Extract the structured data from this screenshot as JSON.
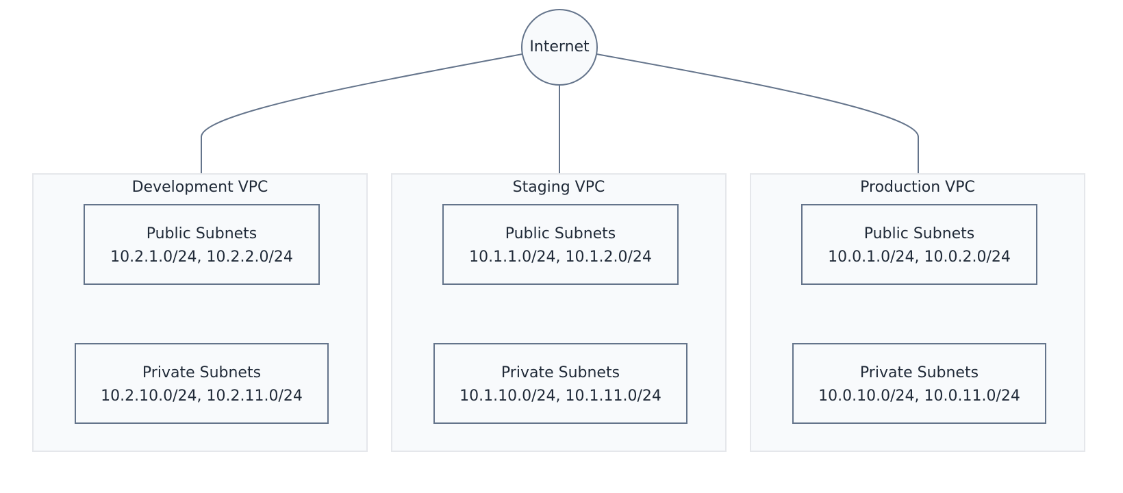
{
  "internet": {
    "label": "Internet"
  },
  "vpcs": [
    {
      "title": "Development VPC",
      "public_subnets": {
        "name": "Public Subnets",
        "cidrs": "10.2.1.0/24, 10.2.2.0/24"
      },
      "private_subnets": {
        "name": "Private Subnets",
        "cidrs": "10.2.10.0/24, 10.2.11.0/24"
      }
    },
    {
      "title": "Staging VPC",
      "public_subnets": {
        "name": "Public Subnets",
        "cidrs": "10.1.1.0/24, 10.1.2.0/24"
      },
      "private_subnets": {
        "name": "Private Subnets",
        "cidrs": "10.1.10.0/24, 10.1.11.0/24"
      }
    },
    {
      "title": "Production VPC",
      "public_subnets": {
        "name": "Public Subnets",
        "cidrs": "10.0.1.0/24, 10.0.2.0/24"
      },
      "private_subnets": {
        "name": "Private Subnets",
        "cidrs": "10.0.10.0/24, 10.0.11.0/24"
      }
    }
  ],
  "connections": [
    {
      "from": "Internet",
      "to": "Development VPC / Public Subnets"
    },
    {
      "from": "Internet",
      "to": "Staging VPC / Public Subnets"
    },
    {
      "from": "Internet",
      "to": "Production VPC / Public Subnets"
    }
  ],
  "colors": {
    "node_border": "#64748b",
    "vpc_fill": "#f8fafc",
    "vpc_border": "#e5e7eb",
    "text": "#1f2937"
  }
}
